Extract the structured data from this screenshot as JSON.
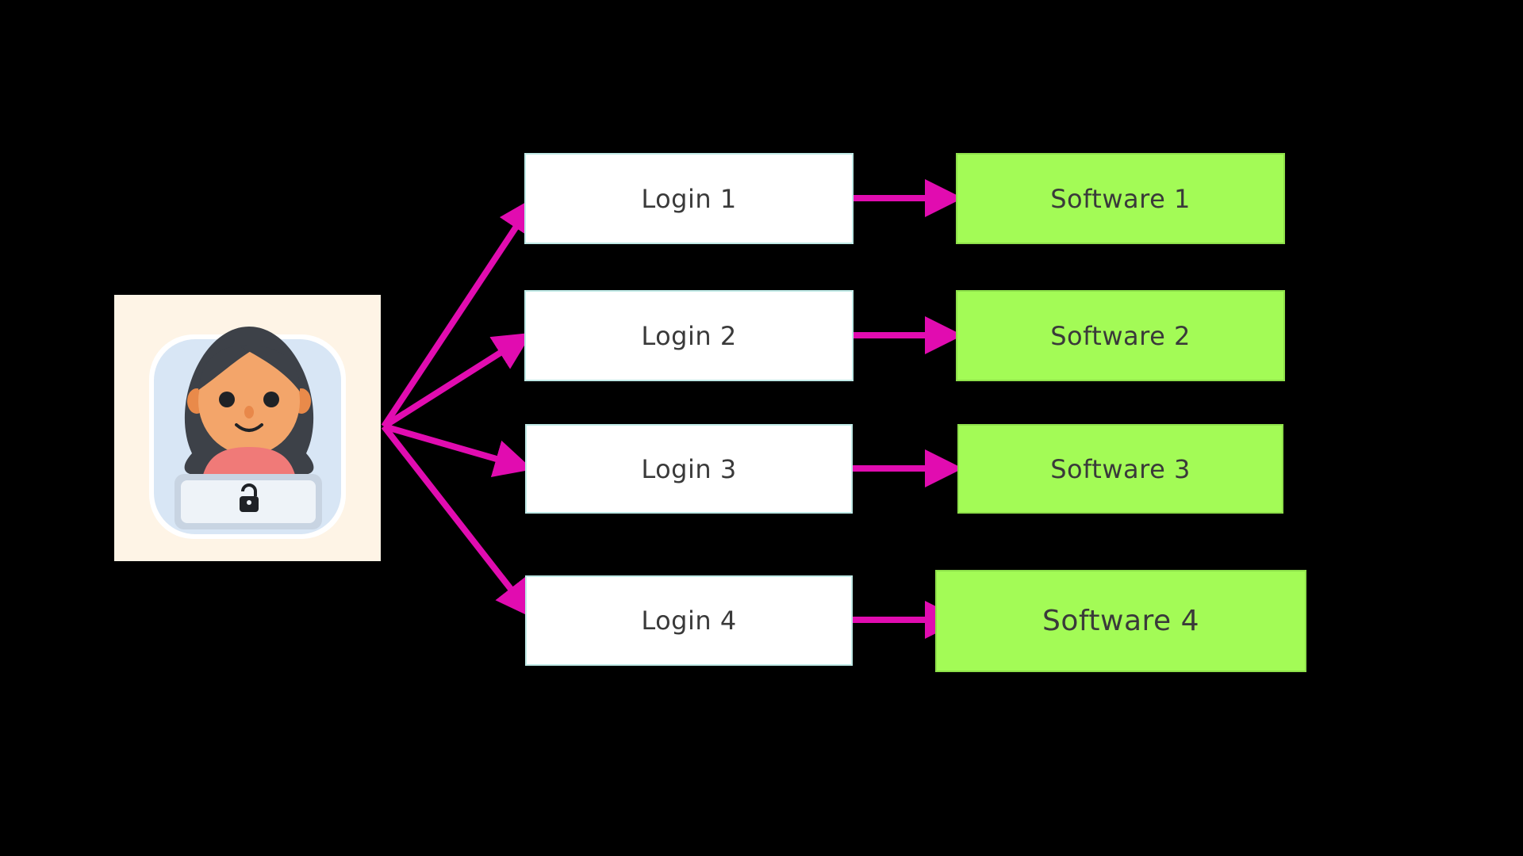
{
  "colors": {
    "background": "#000000",
    "arrow": "#e10cb0",
    "login_fill": "#ffffff",
    "software_fill": "#a3fb56",
    "user_card_fill": "#fef4e6"
  },
  "user": {
    "icon": "user-with-lock-icon"
  },
  "logins": [
    {
      "label": "Login 1"
    },
    {
      "label": "Login 2"
    },
    {
      "label": "Login 3"
    },
    {
      "label": "Login 4"
    }
  ],
  "software": [
    {
      "label": "Software 1"
    },
    {
      "label": "Software 2"
    },
    {
      "label": "Software 3"
    },
    {
      "label": "Software 4"
    }
  ]
}
